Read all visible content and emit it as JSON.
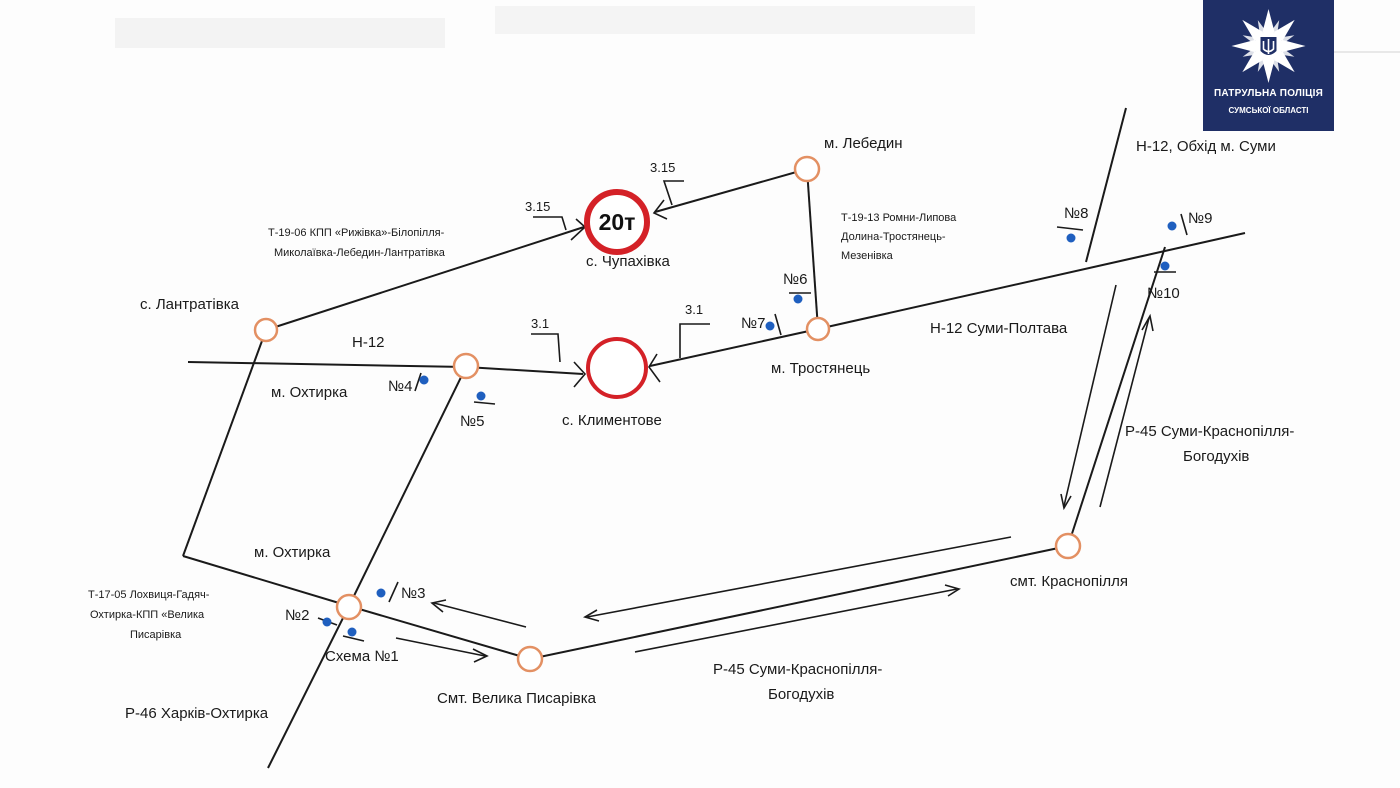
{
  "logo": {
    "line1": "ПАТРУЛЬНА ПОЛІЦІЯ",
    "line2": "СУМСЬКОЇ ОБЛАСТІ",
    "icon": "police-star-emblem-icon",
    "color": "#1f2f66"
  },
  "places": {
    "lantrativka": "с. Лантратівка",
    "chupakhivka": "с. Чупахівка",
    "lebedyn": "м. Лебедин",
    "okhtyrka_top": "м. Охтирка",
    "klymentove": "с. Климентове",
    "trostianets": "м. Тростянець",
    "okhtyrka_bottom": "м. Охтирка",
    "velyka_pysarivka": "Смт. Велика Писарівка",
    "krasnopillia": "смт. Краснопілля"
  },
  "roads": {
    "t1906_l1": "Т-19-06 КПП «Рижівка»-Білопілля-",
    "t1906_l2": "Миколаївка-Лебедин-Лантратівка",
    "t1913_l1": "Т-19-13 Ромни-Липова",
    "t1913_l2": "Долина-Тростянець-",
    "t1913_l3": "Мезенівка",
    "h12": "Н-12",
    "h12_sumy_poltava": "Н-12 Суми-Полтава",
    "h12_bypass": "Н-12, Обхід м. Суми",
    "p45_right_l1": "Р-45 Суми-Краснопілля-",
    "p45_right_l2": "Богодухів",
    "p45_bottom_l1": "Р-45 Суми-Краснопілля-",
    "p45_bottom_l2": "Богодухів",
    "t1705_l1": "Т-17-05 Лохвиця-Гадяч-",
    "t1705_l2": "Охтирка-КПП «Велика",
    "t1705_l3": "Писарівка",
    "p46": "Р-46 Харків-Охтирка"
  },
  "signs": {
    "weight_limit": "20т",
    "s315_left": "3.15",
    "s315_right": "3.15",
    "s31_left": "3.1",
    "s31_right": "3.1"
  },
  "posts": {
    "n2": "№2",
    "n3": "№3",
    "n4": "№4",
    "n5": "№5",
    "n6": "№6",
    "n7": "№7",
    "n8": "№8",
    "n9": "№9",
    "n10": "№10"
  },
  "scheme_label": "Схема №1",
  "colors": {
    "node_stroke": "#e39063",
    "sign_red": "#d42127",
    "camera_blue": "#1f5fbf"
  }
}
